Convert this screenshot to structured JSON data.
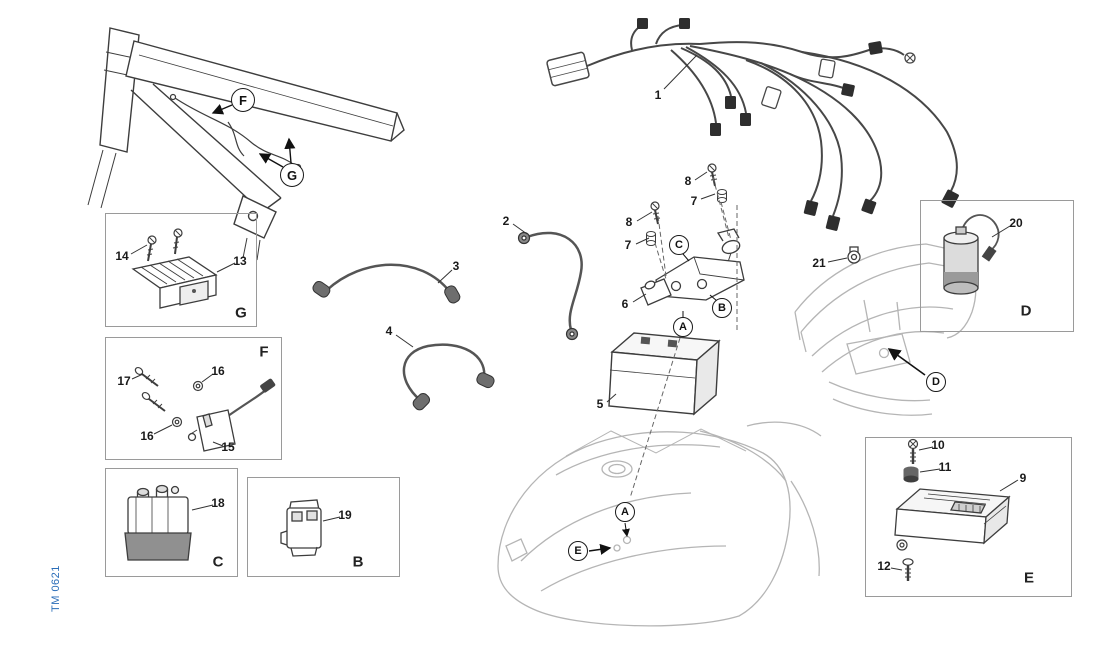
{
  "figure_code": "TM 0621",
  "part_labels": {
    "n1": "1",
    "n2": "2",
    "n3": "3",
    "n4": "4",
    "n5": "5",
    "n6": "6",
    "n7a": "7",
    "n7b": "7",
    "n8a": "8",
    "n8b": "8",
    "n9": "9",
    "n10": "10",
    "n11": "11",
    "n12": "12",
    "n13": "13",
    "n14": "14",
    "n15": "15",
    "n16a": "16",
    "n16b": "16",
    "n17": "17",
    "n18": "18",
    "n19": "19",
    "n20": "20",
    "n21": "21"
  },
  "circled_callouts": {
    "frame_f": "F",
    "frame_g": "G",
    "bracket_c": "C",
    "bracket_b": "B",
    "bracket_a": "A",
    "rear_d": "D",
    "tank_a": "A",
    "tank_e": "E"
  },
  "box_letters": {
    "g": "G",
    "f": "F",
    "c": "C",
    "b": "B",
    "d": "D",
    "e": "E"
  }
}
